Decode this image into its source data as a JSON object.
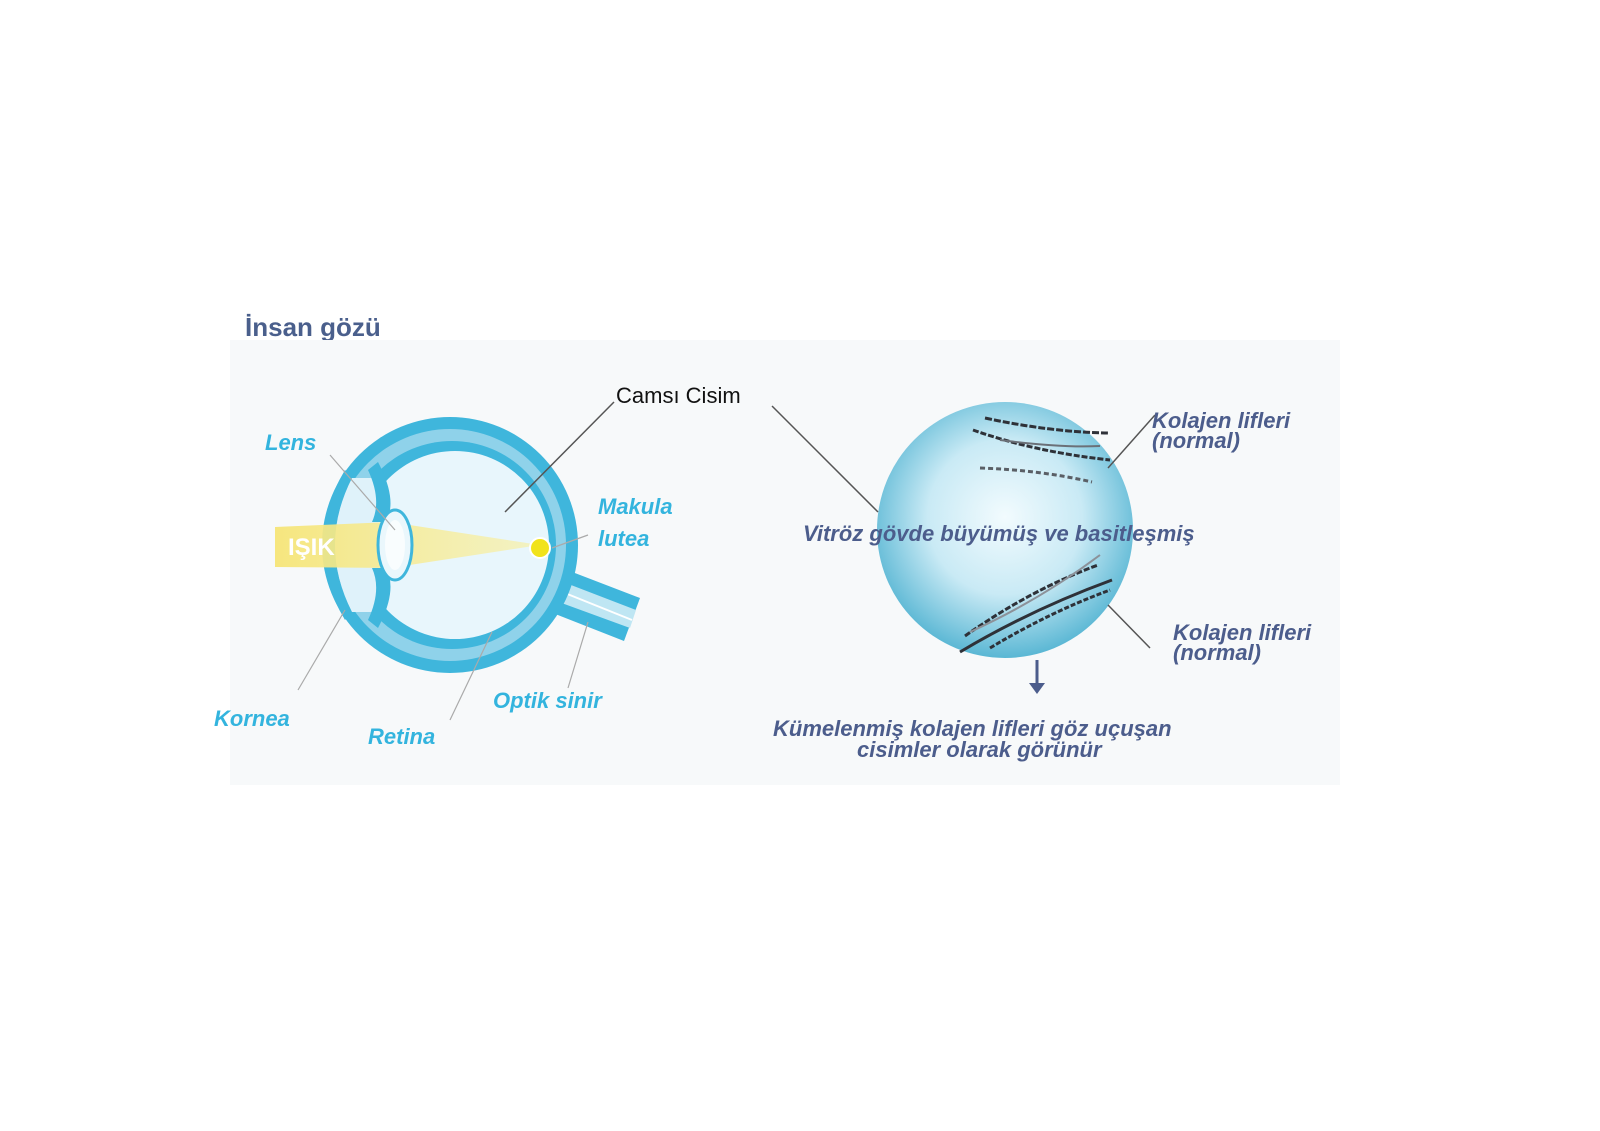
{
  "title": "İnsan gözü",
  "labels": {
    "camsi_cisim": "Camsı Cisim",
    "lens": "Lens",
    "makula_line1": "Makula",
    "makula_line2": "lutea",
    "isik": "IŞIK",
    "kornea": "Kornea",
    "retina": "Retina",
    "optik_sinir": "Optik sinir",
    "kolajen_top_line1": "Kolajen lifleri",
    "kolajen_top_line2": "(normal)",
    "vitroz": "Vitröz gövde büyümüş ve basitleşmiş",
    "kolajen_bottom_line1": "Kolajen lifleri",
    "kolajen_bottom_line2": "(normal)",
    "kumelenmis_line1": "Kümelenmiş kolajen lifleri göz uçuşan",
    "kumelenmis_line2": "cisimler olarak görünür"
  },
  "colors": {
    "eye_blue": "#3fb6dc",
    "title": "#4a5f8c",
    "label_cyan": "#33b4de",
    "label_navy": "#4c5d8c",
    "light_beam": "#f3e27a",
    "macula": "#f1e31c",
    "sphere_center": "#f2fbfe",
    "sphere_edge": "#5ab7d4",
    "fiber": "#2e3138"
  }
}
